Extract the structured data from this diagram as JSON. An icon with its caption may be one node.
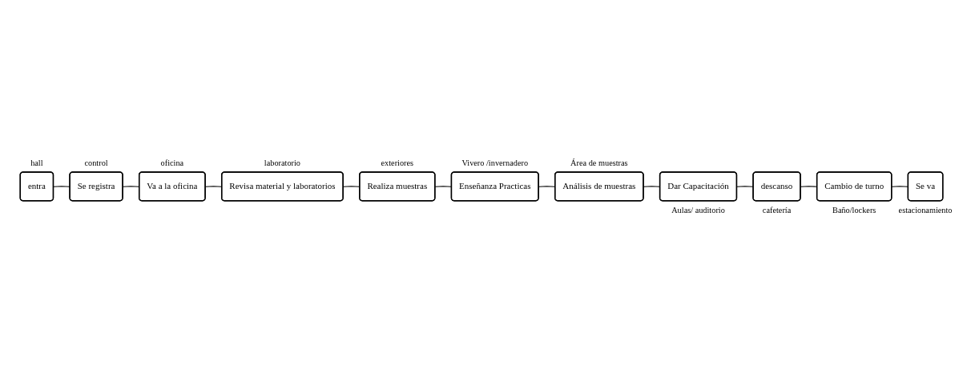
{
  "diagram": {
    "nodes": [
      {
        "text": [
          "entra"
        ],
        "beside": [
          "hall"
        ]
      },
      {
        "text": [
          "Se registra"
        ],
        "beside": [
          "control"
        ]
      },
      {
        "text": [
          "Va a la oficina"
        ],
        "beside": [
          "oficina"
        ]
      },
      {
        "text": [
          "Revisa material y laboratorios"
        ],
        "beside": [
          "laboratorio"
        ]
      },
      {
        "text": [
          "Realiza muestras"
        ],
        "beside": [
          "exteriores"
        ]
      },
      {
        "text": [
          "Enseñanza Practicas"
        ],
        "beside": [
          "Vivero /invernadero"
        ]
      },
      {
        "text": [
          "Análisis de muestras"
        ],
        "beside": [
          "Área de muestras"
        ]
      },
      {
        "text": [
          "Dar Capacitación"
        ],
        "beside": [
          "Aulas/ auditorio"
        ]
      },
      {
        "text": [
          "descanso"
        ],
        "beside": [
          "cafetería"
        ]
      },
      {
        "text": [
          "Cambio de turno"
        ],
        "beside": [
          "Baño/lockers"
        ]
      },
      {
        "text": [
          "Se va"
        ],
        "beside": [
          "estacionamiento"
        ]
      }
    ],
    "edges": [
      {
        "from": 0,
        "to": 1,
        "arrow": "none"
      },
      {
        "from": 1,
        "to": 2,
        "arrow": "none"
      },
      {
        "from": 2,
        "to": 3,
        "arrow": "none"
      },
      {
        "from": 3,
        "to": 4,
        "arrow": "none"
      },
      {
        "from": 4,
        "to": 5,
        "arrow": "none"
      },
      {
        "from": 5,
        "to": 6,
        "arrow": "none"
      },
      {
        "from": 6,
        "to": 7,
        "arrow": "none"
      },
      {
        "from": 7,
        "to": 8,
        "arrow": "none"
      },
      {
        "from": 8,
        "to": 9,
        "arrow": "none"
      },
      {
        "from": 9,
        "to": 10,
        "arrow": "none"
      }
    ]
  }
}
